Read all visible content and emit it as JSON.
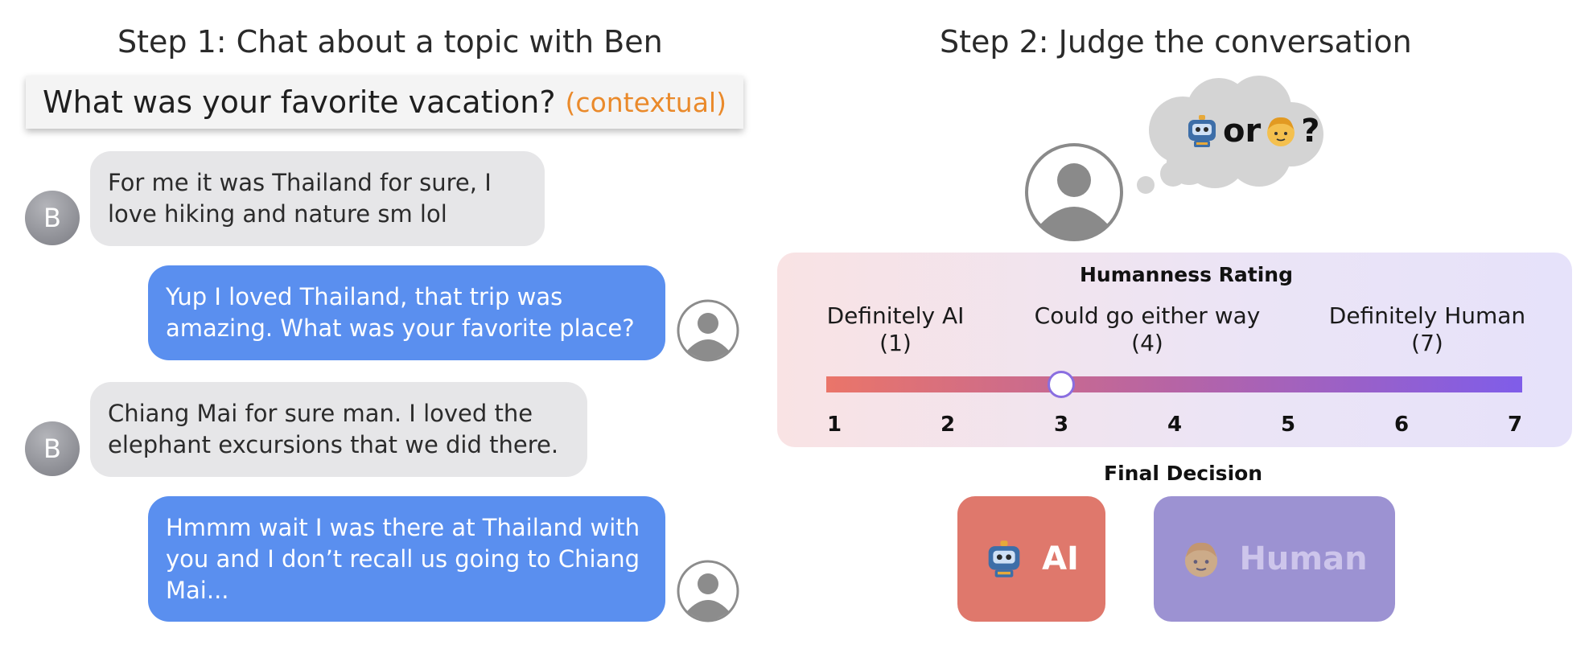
{
  "step1": {
    "title": "Step 1: Chat about a topic with Ben",
    "topic": "What was your favorite vacation?",
    "topic_tag": "(contextual)"
  },
  "avatar_initial": "B",
  "messages": [
    {
      "sender": "ben",
      "text": "For me it was Thailand for sure, I love hiking and nature sm lol"
    },
    {
      "sender": "user",
      "text": "Yup I loved Thailand, that trip was amazing. What was your favorite place?"
    },
    {
      "sender": "ben",
      "text": "Chiang Mai for sure man. I loved the elephant excursions that we did there."
    },
    {
      "sender": "user",
      "text": "Hmmm wait I was there at Thailand with you and I don’t recall us going to Chiang Mai..."
    }
  ],
  "step2": {
    "title": "Step 2: Judge the conversation",
    "thought_or": "or",
    "thought_q": "?"
  },
  "rating": {
    "title": "Humanness Rating",
    "labels": [
      {
        "name": "Definitely AI",
        "value": "(1)"
      },
      {
        "name": "Could go either way",
        "value": "(4)"
      },
      {
        "name": "Definitely Human",
        "value": "(7)"
      }
    ],
    "ticks": [
      "1",
      "2",
      "3",
      "4",
      "5",
      "6",
      "7"
    ],
    "selected": 3,
    "gradient_colors": [
      "#ea7569",
      "#b664a5",
      "#7f5de9"
    ]
  },
  "decision": {
    "title": "Final Decision",
    "ai_label": "AI",
    "human_label": "Human",
    "ai_color": "#df786c",
    "human_color": "#9c92d2"
  },
  "icons": {
    "robot": "robot-icon",
    "person": "person-icon",
    "user_avatar": "user-avatar-icon"
  }
}
